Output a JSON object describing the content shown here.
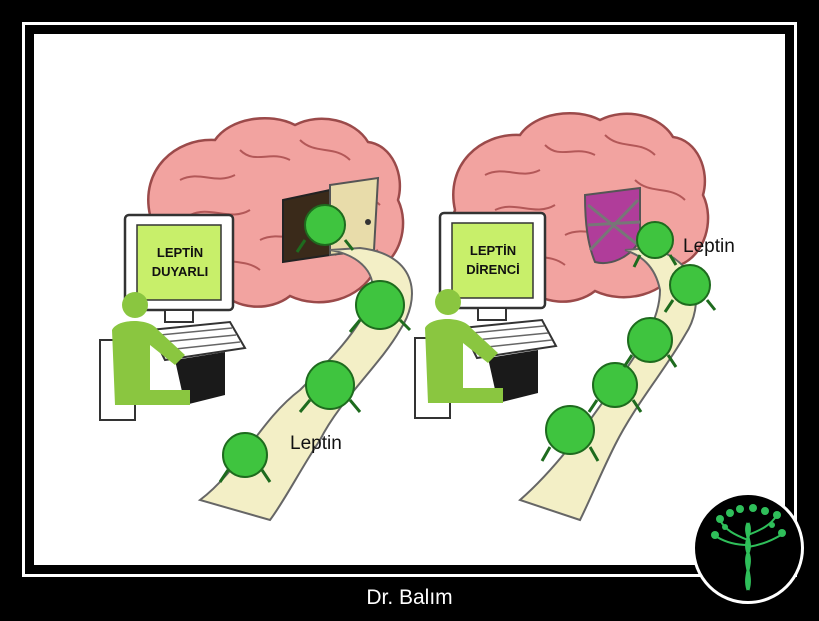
{
  "panels": {
    "left": {
      "screen_text_line1": "LEPTİN",
      "screen_text_line2": "DUYARLI",
      "leptin_label": "Leptin"
    },
    "right": {
      "screen_text_line1": "LEPTİN",
      "screen_text_line2": "DİRENCİ",
      "leptin_label": "Leptin"
    }
  },
  "footer": {
    "author": "Dr. Balım"
  },
  "logo": {
    "icon": "tree-dna-icon"
  },
  "colors": {
    "brain": "#f2a3a0",
    "screen": "#c8ef6a",
    "leptin": "#3fc43f",
    "person": "#8ac640",
    "path": "#f3efc6",
    "lock": "#b03d9a",
    "logo_accent": "#2fbf5a"
  }
}
